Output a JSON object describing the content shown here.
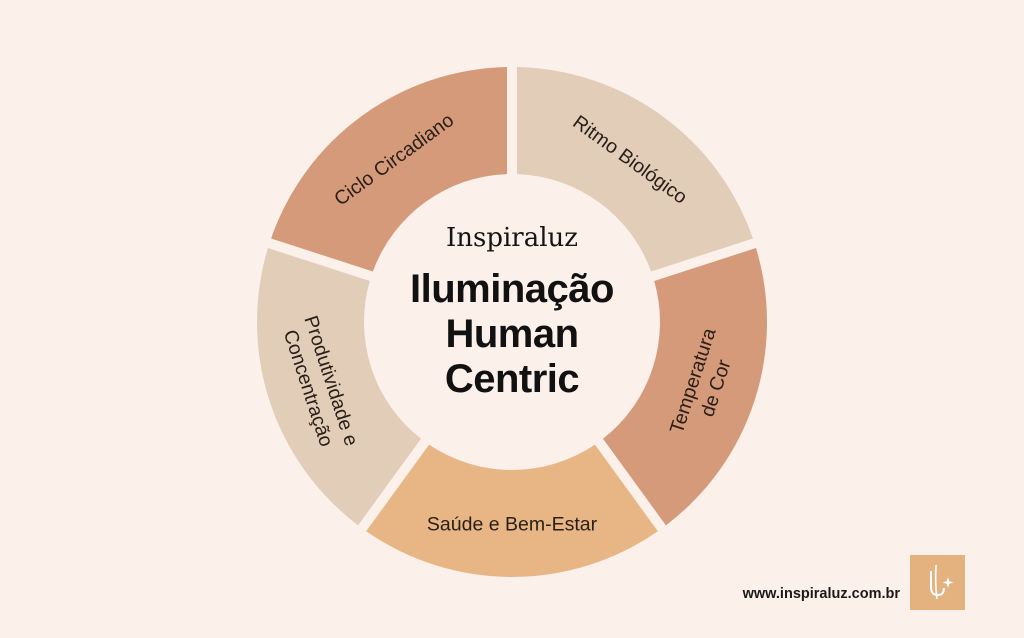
{
  "brand": "Inspiraluz",
  "title_lines": [
    "Iluminação",
    "Human",
    "Centric"
  ],
  "segments": [
    {
      "label_lines": [
        "Ritmo Biológico"
      ],
      "color": "#e1cdb8"
    },
    {
      "label_lines": [
        "Temperatura",
        "de Cor"
      ],
      "color": "#d49a7a"
    },
    {
      "label_lines": [
        "Saúde e Bem-Estar"
      ],
      "color": "#e7b684"
    },
    {
      "label_lines": [
        "Produtividade e",
        "Concentração"
      ],
      "color": "#e1cdb8"
    },
    {
      "label_lines": [
        "Ciclo Circadiano"
      ],
      "color": "#d49a7a"
    }
  ],
  "footer": {
    "website": "www.inspiraluz.com.br",
    "logo_icon": "inspiraluz-monogram-icon"
  },
  "colors": {
    "background": "#fcf1ea",
    "logo_box": "#e3b27e",
    "text": "#111111"
  }
}
